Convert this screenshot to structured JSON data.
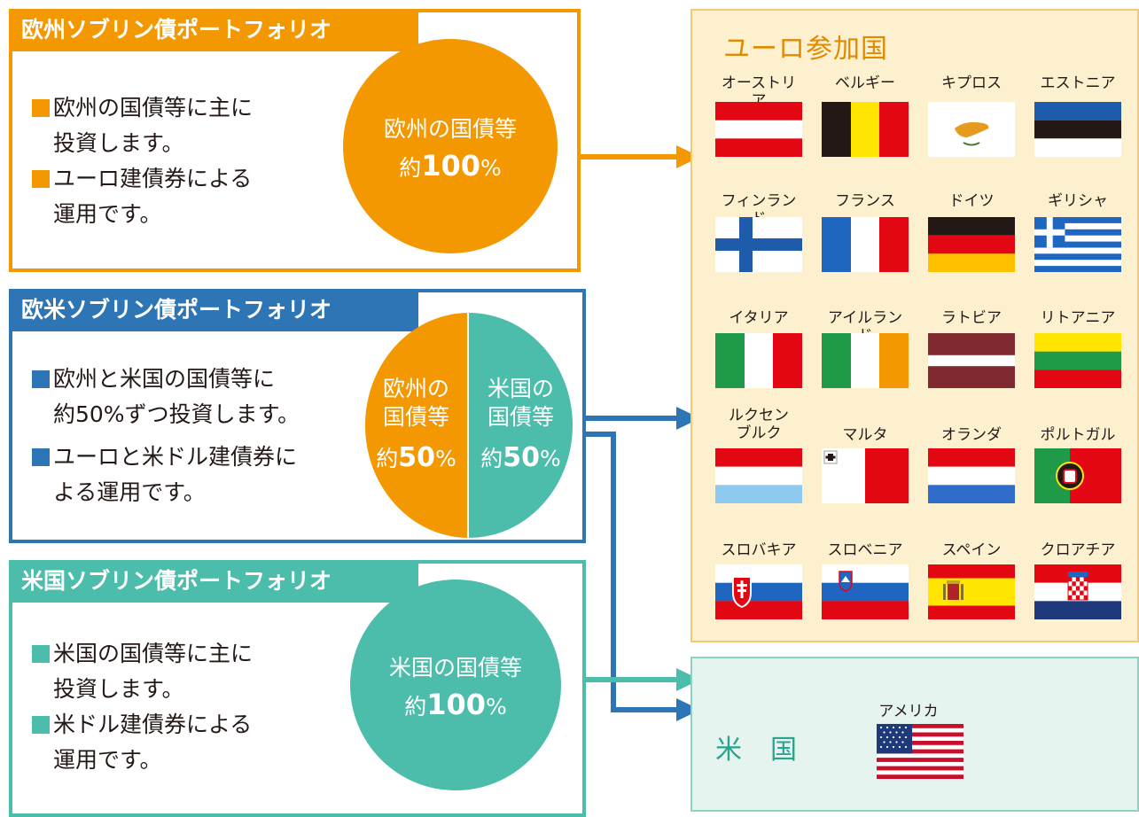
{
  "portfolios": [
    {
      "title": "欧州ソブリン債ポートフォリオ",
      "color": "#F39800",
      "bullets": [
        {
          "line1": "欧州の国債等に主に",
          "line2": "投資します。"
        },
        {
          "line1": "ユーロ建債券による",
          "line2": "運用です。"
        }
      ],
      "circle": {
        "label": "欧州の国債等",
        "prefix": "約",
        "value": "100",
        "unit": "%"
      }
    },
    {
      "title": "欧米ソブリン債ポートフォリオ",
      "color": "#2E75B6",
      "bullets": [
        {
          "line1": "欧州と米国の国債等に",
          "line2": "約50%ずつ投資します。"
        },
        {
          "line1": "ユーロと米ドル建債券に",
          "line2": "よる運用です。"
        }
      ],
      "split": {
        "left": {
          "line1": "欧州の",
          "line2": "国債等",
          "prefix": "約",
          "value": "50",
          "unit": "%",
          "color": "#F39800"
        },
        "right": {
          "line1": "米国の",
          "line2": "国債等",
          "prefix": "約",
          "value": "50",
          "unit": "%",
          "color": "#4DBDAB"
        }
      }
    },
    {
      "title": "米国ソブリン債ポートフォリオ",
      "color": "#4DBDAB",
      "bullets": [
        {
          "line1": "米国の国債等に主に",
          "line2": "投資します。"
        },
        {
          "line1": "米ドル建債券による",
          "line2": "運用です。"
        }
      ],
      "circle": {
        "label": "米国の国債等",
        "prefix": "約",
        "value": "100",
        "unit": "%"
      }
    }
  ],
  "euro": {
    "title": "ユーロ参加国",
    "bg": "#FDF0CF",
    "border": "#F5C873",
    "countries": [
      {
        "name": "オーストリア",
        "flag": "austria-flag"
      },
      {
        "name": "ベルギー",
        "flag": "belgium-flag"
      },
      {
        "name": "キプロス",
        "flag": "cyprus-flag"
      },
      {
        "name": "エストニア",
        "flag": "estonia-flag"
      },
      {
        "name": "フィンランド",
        "flag": "finland-flag"
      },
      {
        "name": "フランス",
        "flag": "france-flag"
      },
      {
        "name": "ドイツ",
        "flag": "germany-flag"
      },
      {
        "name": "ギリシャ",
        "flag": "greece-flag"
      },
      {
        "name": "イタリア",
        "flag": "italy-flag"
      },
      {
        "name": "アイルランド",
        "flag": "ireland-flag"
      },
      {
        "name": "ラトビア",
        "flag": "latvia-flag"
      },
      {
        "name": "リトアニア",
        "flag": "lithuania-flag"
      },
      {
        "name": "ルクセン",
        "name2": "ブルク",
        "flag": "luxembourg-flag"
      },
      {
        "name": "マルタ",
        "flag": "malta-flag"
      },
      {
        "name": "オランダ",
        "flag": "netherlands-flag"
      },
      {
        "name": "ポルトガル",
        "flag": "portugal-flag"
      },
      {
        "name": "スロバキア",
        "flag": "slovakia-flag"
      },
      {
        "name": "スロベニア",
        "flag": "slovenia-flag"
      },
      {
        "name": "スペイン",
        "flag": "spain-flag"
      },
      {
        "name": "クロアチア",
        "flag": "croatia-flag"
      }
    ]
  },
  "usa": {
    "title": "米　国",
    "bg": "#E6F4EF",
    "border": "#8ED2C4",
    "country": {
      "name": "アメリカ",
      "flag": "usa-flag"
    }
  }
}
